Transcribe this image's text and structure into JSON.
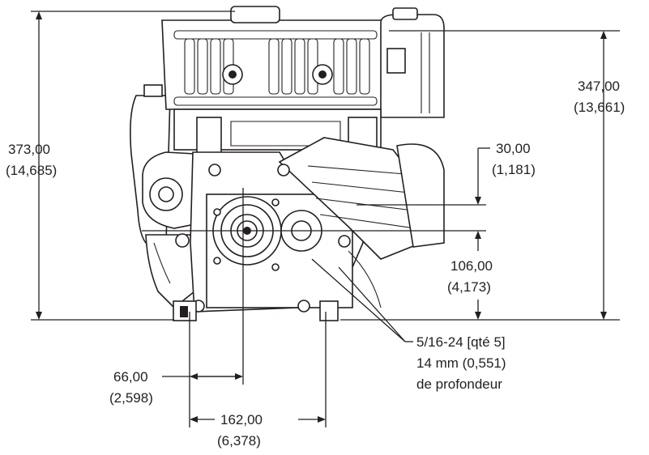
{
  "colors": {
    "line": "#231f20",
    "background": "#ffffff"
  },
  "dimensions": {
    "overall_height": {
      "mm": "373,00",
      "in": "(14,685)"
    },
    "upper_height": {
      "mm": "347,00",
      "in": "(13,661)"
    },
    "offset_small": {
      "mm": "30,00",
      "in": "(1,181)"
    },
    "shaft_height": {
      "mm": "106,00",
      "in": "(4,173)"
    },
    "shaft_offset": {
      "mm": "66,00",
      "in": "(2,598)"
    },
    "bolt_spacing": {
      "mm": "162,00",
      "in": "(6,378)"
    }
  },
  "thread_note": {
    "line1": "5/16-24 [qté 5]",
    "line2": "14 mm (0,551)",
    "line3": "de profondeur"
  }
}
